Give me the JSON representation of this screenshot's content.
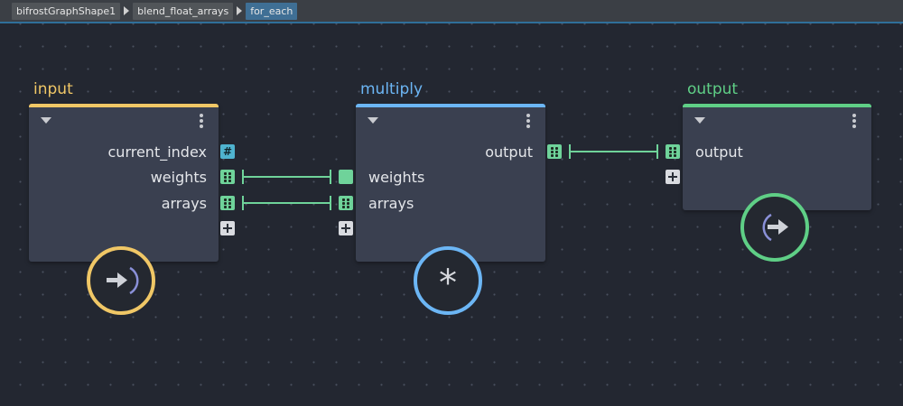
{
  "breadcrumb": [
    "bifrostGraphShape1",
    "blend_float_arrays",
    "for_each"
  ],
  "nodes": {
    "input": {
      "title": "input",
      "color": "#f0c766",
      "ports": [
        "current_index",
        "weights",
        "arrays"
      ]
    },
    "multiply": {
      "title": "multiply",
      "color": "#6cb6f5",
      "ports_in": [
        "weights",
        "arrays"
      ],
      "port_out": "output"
    },
    "output": {
      "title": "output",
      "color": "#5fcf86",
      "port_in": "output"
    }
  },
  "icons": {
    "index_port": "#",
    "multiply_symbol": "*"
  },
  "colors": {
    "wire": "#6fd39a",
    "canvas": "#232731",
    "node_body": "#3a4050"
  }
}
